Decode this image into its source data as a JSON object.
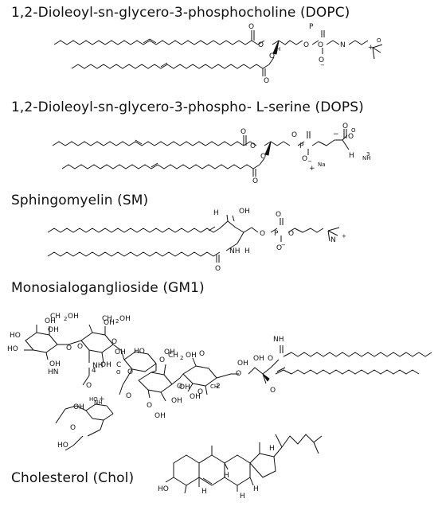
{
  "molecules": {
    "dopc": {
      "title": "1,2-Dioleoyl-sn-glycero-3-phosphocholine (DOPC)",
      "atoms": [
        "O",
        "O",
        "O",
        "H",
        "O",
        "O",
        "P",
        "O",
        "O",
        "N",
        "+",
        "O",
        "−"
      ]
    },
    "dops": {
      "title": "1,2-Dioleoyl-sn-glycero-3-phospho- L-serine (DOPS)",
      "atoms": [
        "O",
        "O",
        "O",
        "O",
        "P",
        "O",
        "O",
        "−",
        "O",
        "O",
        "O",
        "−",
        "H",
        "NH",
        "3",
        "+",
        "Na",
        "+"
      ]
    },
    "sm": {
      "title": "Sphingomyelin (SM)",
      "atoms": [
        "H",
        "OH",
        "O",
        "P",
        "O",
        "O",
        "O",
        "−",
        "NH",
        "H",
        "O",
        "N",
        "+"
      ]
    },
    "gm1": {
      "title": "Monosialoganglioside (GM1)",
      "atoms": [
        "HO",
        "OH",
        "HO",
        "OH",
        "OH",
        "OH",
        "O",
        "O",
        "OH",
        "O",
        "OH",
        "NH",
        "O",
        "O",
        "CH",
        "2",
        "OH",
        "CH",
        "2",
        "OH",
        "O",
        "OH",
        "O",
        "O",
        "HO",
        "OH",
        "OH",
        "O",
        "CH",
        "2",
        "OH",
        "O",
        "O",
        "OH",
        "OH",
        "CH",
        "2",
        "OH",
        "O",
        "O",
        "OH",
        "NH",
        "HN",
        "O",
        "HO",
        "OH",
        "HO",
        "NH",
        "+",
        "4",
        "C",
        "O",
        "O",
        "−"
      ]
    },
    "chol": {
      "title": "Cholesterol  (Chol)",
      "atoms": [
        "HO",
        "H",
        "H",
        "H",
        "H",
        "H"
      ]
    }
  }
}
